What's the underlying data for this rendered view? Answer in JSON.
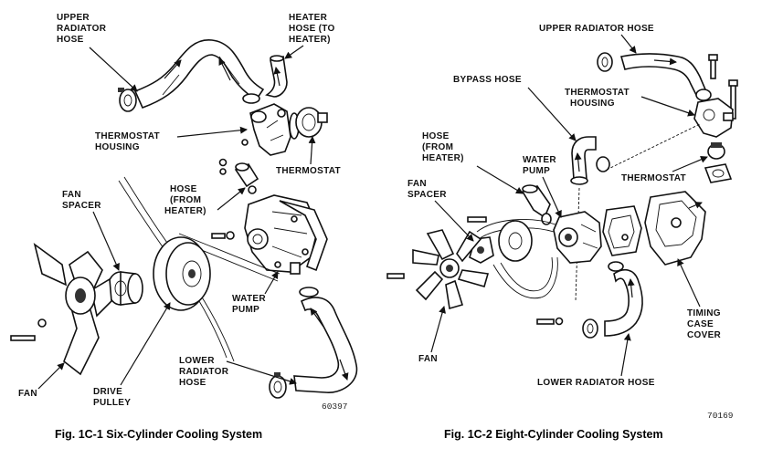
{
  "left": {
    "labels": {
      "upper_radiator_hose": [
        "UPPER",
        "RADIATOR",
        "HOSE"
      ],
      "heater_hose": [
        "HEATER",
        "HOSE (TO",
        "HEATER)"
      ],
      "thermostat_housing": [
        "THERMOSTAT",
        "HOUSING"
      ],
      "thermostat": [
        "THERMOSTAT"
      ],
      "fan_spacer": [
        "FAN",
        "SPACER"
      ],
      "hose_from_heater": [
        "HOSE",
        "(FROM",
        "HEATER)"
      ],
      "water_pump": [
        "WATER",
        "PUMP"
      ],
      "fan": [
        "FAN"
      ],
      "drive_pulley": [
        "DRIVE",
        "PULLEY"
      ],
      "lower_radiator_hose": [
        "LOWER",
        "RADIATOR",
        "HOSE"
      ]
    },
    "figure_number": "60397",
    "caption": "Fig. 1C-1   Six-Cylinder Cooling System"
  },
  "right": {
    "labels": {
      "upper_radiator_hose": [
        "UPPER RADIATOR HOSE"
      ],
      "bypass_hose": [
        "BYPASS HOSE"
      ],
      "thermostat_housing": [
        "THERMOSTAT",
        "HOUSING"
      ],
      "hose_from_heater": [
        "HOSE",
        "(FROM",
        "HEATER)"
      ],
      "water_pump": [
        "WATER",
        "PUMP"
      ],
      "fan_spacer": [
        "FAN",
        "SPACER"
      ],
      "thermostat": [
        "THERMOSTAT"
      ],
      "timing_case_cover": [
        "TIMING",
        "CASE",
        "COVER"
      ],
      "fan": [
        "FAN"
      ],
      "lower_radiator_hose": [
        "LOWER RADIATOR HOSE"
      ]
    },
    "figure_number": "70169",
    "caption": "Fig. 1C-2   Eight-Cylinder Cooling System"
  }
}
